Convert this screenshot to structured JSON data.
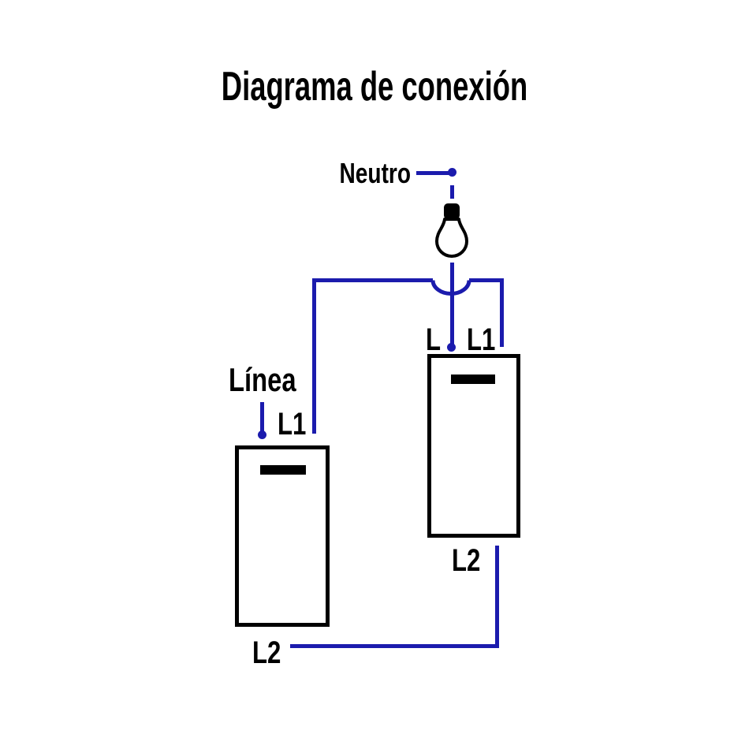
{
  "title": "Diagrama de conexión",
  "colors": {
    "wire_blue": "#1B1BAD",
    "ink_black": "#000000",
    "background": "#FFFFFF"
  },
  "labels": {
    "neutral": "Neutro",
    "line": "Línea"
  },
  "switch1": {
    "terminal_top": "L1",
    "terminal_bottom": "L2"
  },
  "switch2": {
    "terminal_left": "L",
    "terminal_right": "L1",
    "terminal_bottom": "L2"
  },
  "icons": {
    "bulb": "light-bulb"
  }
}
